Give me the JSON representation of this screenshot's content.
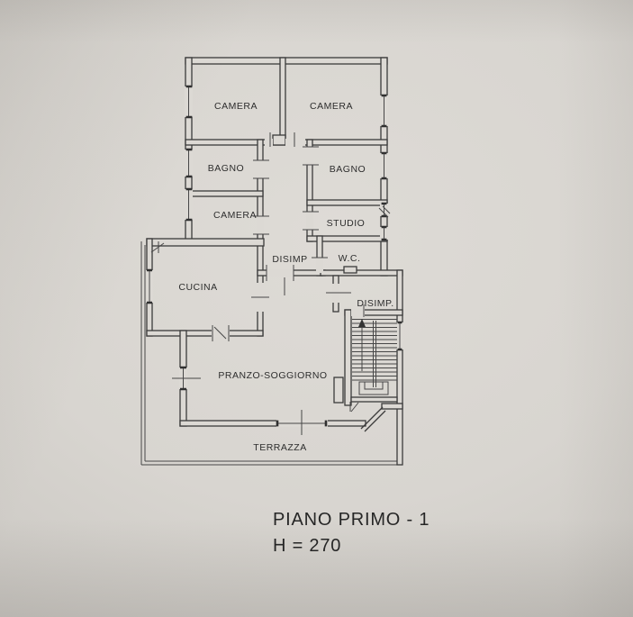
{
  "rooms": {
    "camera_nw": "CAMERA",
    "camera_ne": "CAMERA",
    "bagno_w": "BAGNO",
    "bagno_e": "BAGNO",
    "camera_w": "CAMERA",
    "studio": "STUDIO",
    "disimp_center": "DISIMP",
    "wc": "W.C.",
    "disimp_east": "DISIMP.",
    "cucina": "CUCINA",
    "pranzo_soggiorno": "PRANZO-SOGGIORNO",
    "terrazza": "TERRAZZA"
  },
  "caption": {
    "title": "PIANO PRIMO - 1",
    "height_label": "H = 270"
  },
  "colors": {
    "paper": "#d8d5d0",
    "paper_light": "#dcd9d4",
    "ink": "#3b3b3b"
  }
}
